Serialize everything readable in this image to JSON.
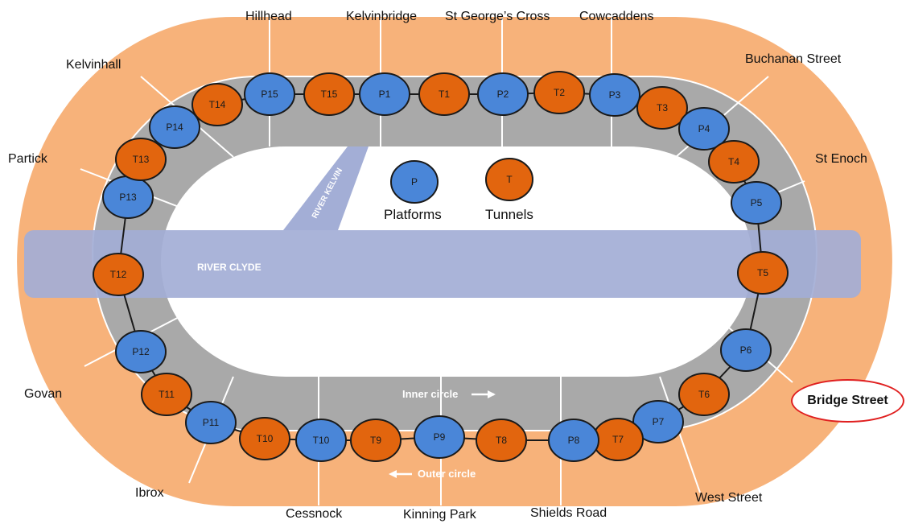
{
  "colors": {
    "outer_ring": "#f7b27a",
    "track": "#a9a9a9",
    "river": "#a3aed6",
    "platform": "#4a86d8",
    "tunnel": "#e2650e",
    "highlight": "#e02020"
  },
  "river_clyde_label": "RIVER CLYDE",
  "river_kelvin_label": "RIVER KELVIN",
  "legend": {
    "platform_symbol": "P",
    "platform_label": "Platforms",
    "tunnel_symbol": "T",
    "tunnel_label": "Tunnels"
  },
  "directions": {
    "inner": "Inner circle",
    "outer": "Outer circle"
  },
  "stations": {
    "hillhead": "Hillhead",
    "kelvinbridge": "Kelvinbridge",
    "st_georges_cross": "St George’s Cross",
    "cowcaddens": "Cowcaddens",
    "buchanan_street": "Buchanan Street",
    "st_enoch": "St Enoch",
    "bridge_street": "Bridge Street",
    "west_street": "West Street",
    "shields_road": "Shields Road",
    "kinning_park": "Kinning Park",
    "cessnock": "Cessnock",
    "ibrox": "Ibrox",
    "govan": "Govan",
    "partick": "Partick",
    "kelvinhall": "Kelvinhall"
  },
  "nodes": [
    {
      "label": "P1",
      "type": "platform"
    },
    {
      "label": "T1",
      "type": "tunnel"
    },
    {
      "label": "P2",
      "type": "platform"
    },
    {
      "label": "T2",
      "type": "tunnel"
    },
    {
      "label": "P3",
      "type": "platform"
    },
    {
      "label": "T3",
      "type": "tunnel"
    },
    {
      "label": "P4",
      "type": "platform"
    },
    {
      "label": "T4",
      "type": "tunnel"
    },
    {
      "label": "P5",
      "type": "platform"
    },
    {
      "label": "T5",
      "type": "tunnel"
    },
    {
      "label": "P6",
      "type": "platform"
    },
    {
      "label": "T6",
      "type": "tunnel"
    },
    {
      "label": "P7",
      "type": "platform"
    },
    {
      "label": "T7",
      "type": "tunnel"
    },
    {
      "label": "P8",
      "type": "platform"
    },
    {
      "label": "T8",
      "type": "tunnel"
    },
    {
      "label": "P9",
      "type": "platform"
    },
    {
      "label": "T9",
      "type": "tunnel"
    },
    {
      "label": "T10",
      "type": "platform"
    },
    {
      "label": "T10",
      "type": "tunnel"
    },
    {
      "label": "P11",
      "type": "platform"
    },
    {
      "label": "T11",
      "type": "tunnel"
    },
    {
      "label": "P12",
      "type": "platform"
    },
    {
      "label": "T12",
      "type": "tunnel"
    },
    {
      "label": "P13",
      "type": "platform"
    },
    {
      "label": "T13",
      "type": "tunnel"
    },
    {
      "label": "P14",
      "type": "platform"
    },
    {
      "label": "T14",
      "type": "tunnel"
    },
    {
      "label": "P15",
      "type": "platform"
    },
    {
      "label": "T15",
      "type": "tunnel"
    }
  ]
}
